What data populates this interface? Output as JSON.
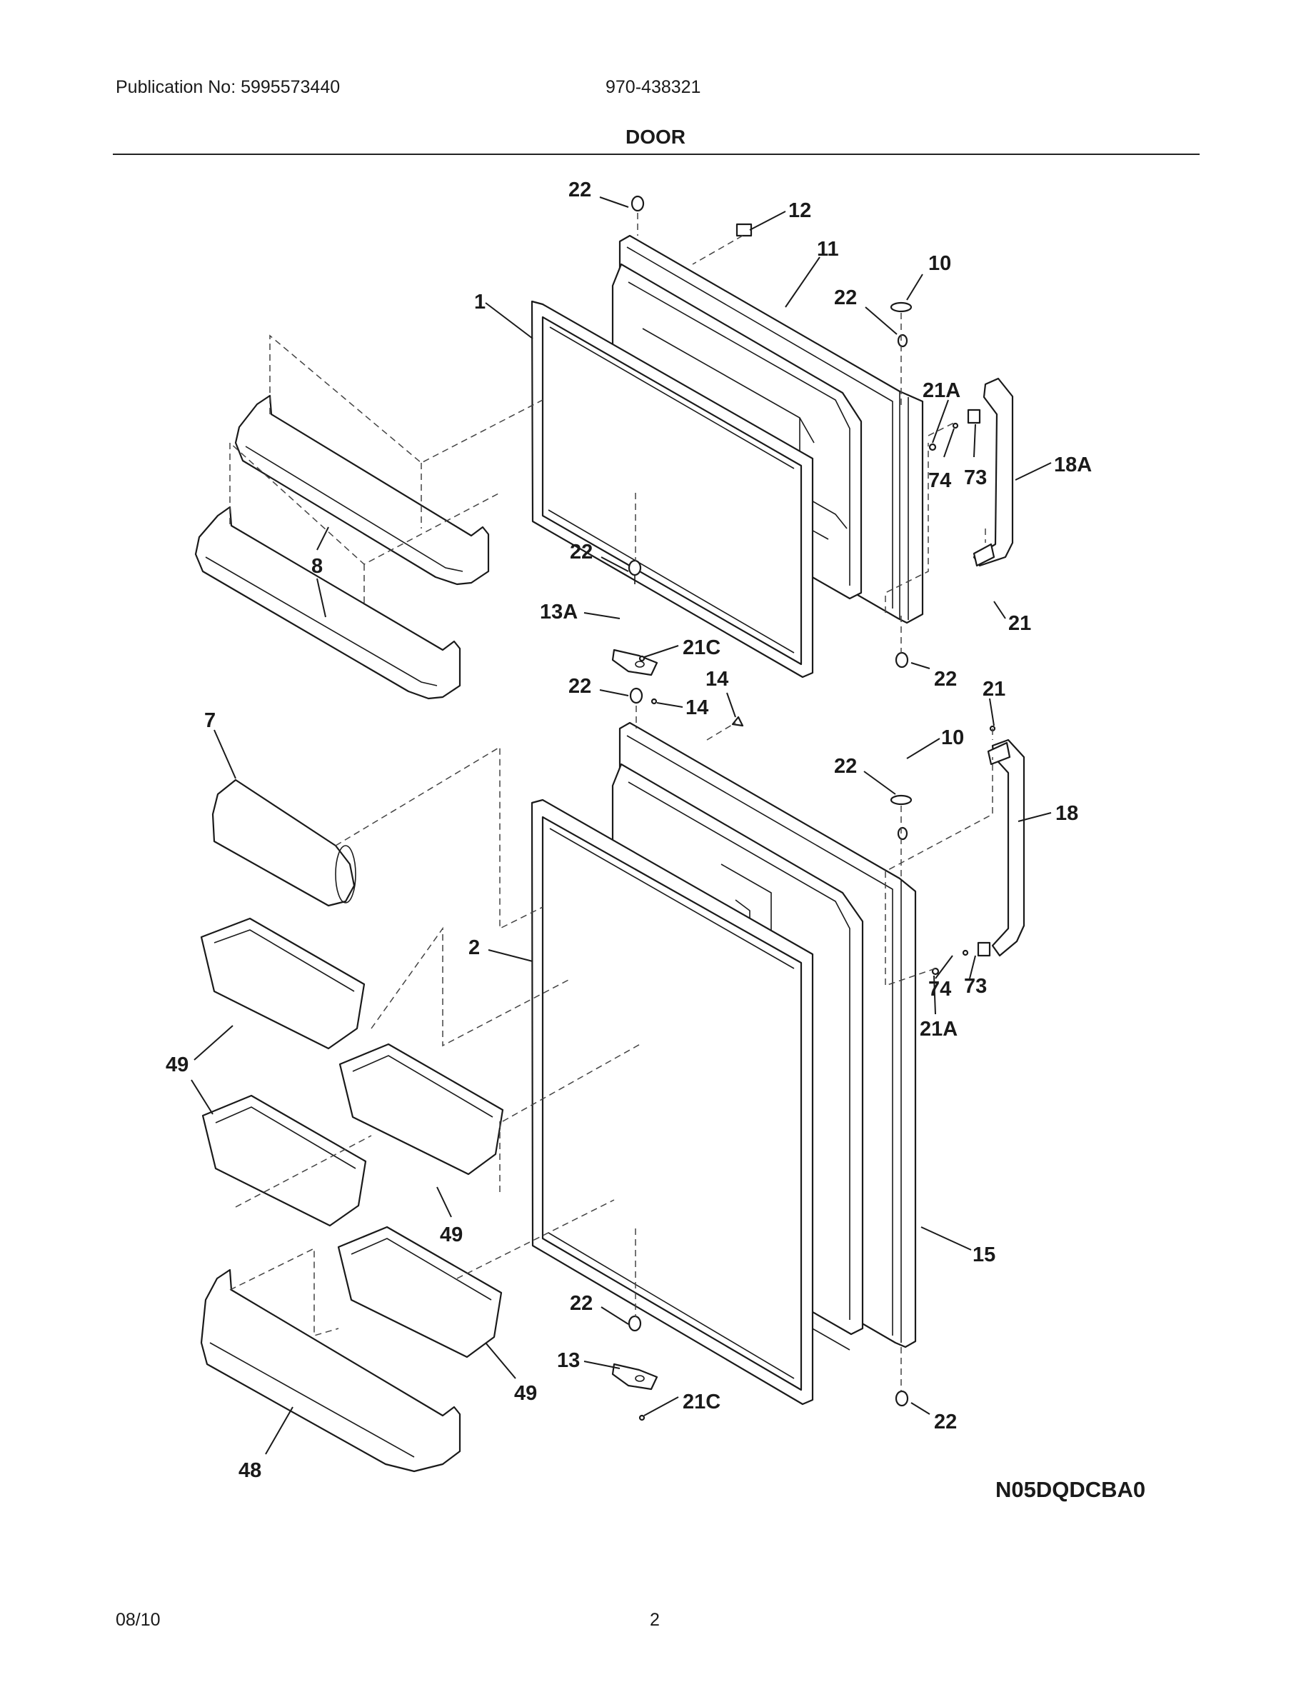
{
  "header": {
    "publication": "Publication No: 5995573440",
    "model": "970-438321",
    "title": "DOOR"
  },
  "diagram": {
    "code": "N05DQDCBA0",
    "callouts": [
      {
        "id": "c22a",
        "label": "22"
      },
      {
        "id": "c12",
        "label": "12"
      },
      {
        "id": "c11",
        "label": "11"
      },
      {
        "id": "c10a",
        "label": "10"
      },
      {
        "id": "c22b",
        "label": "22"
      },
      {
        "id": "c1",
        "label": "1"
      },
      {
        "id": "c21Aa",
        "label": "21A"
      },
      {
        "id": "c74a",
        "label": "74"
      },
      {
        "id": "c73a",
        "label": "73"
      },
      {
        "id": "c18A",
        "label": "18A"
      },
      {
        "id": "c8",
        "label": "8"
      },
      {
        "id": "c22c",
        "label": "22"
      },
      {
        "id": "c13A",
        "label": "13A"
      },
      {
        "id": "c21Ca",
        "label": "21C"
      },
      {
        "id": "c21a",
        "label": "21"
      },
      {
        "id": "c22d",
        "label": "22"
      },
      {
        "id": "c22e",
        "label": "22"
      },
      {
        "id": "c14a",
        "label": "14"
      },
      {
        "id": "c14b",
        "label": "14"
      },
      {
        "id": "c7",
        "label": "7"
      },
      {
        "id": "c21b",
        "label": "21"
      },
      {
        "id": "c10b",
        "label": "10"
      },
      {
        "id": "c22f",
        "label": "22"
      },
      {
        "id": "c18",
        "label": "18"
      },
      {
        "id": "c2",
        "label": "2"
      },
      {
        "id": "c74b",
        "label": "74"
      },
      {
        "id": "c73b",
        "label": "73"
      },
      {
        "id": "c21Ab",
        "label": "21A"
      },
      {
        "id": "c49a",
        "label": "49"
      },
      {
        "id": "c49b",
        "label": "49"
      },
      {
        "id": "c15",
        "label": "15"
      },
      {
        "id": "c22g",
        "label": "22"
      },
      {
        "id": "c13",
        "label": "13"
      },
      {
        "id": "c49c",
        "label": "49"
      },
      {
        "id": "c21Cb",
        "label": "21C"
      },
      {
        "id": "c22h",
        "label": "22"
      },
      {
        "id": "c48",
        "label": "48"
      }
    ]
  },
  "footer": {
    "date": "08/10",
    "page": "2"
  }
}
